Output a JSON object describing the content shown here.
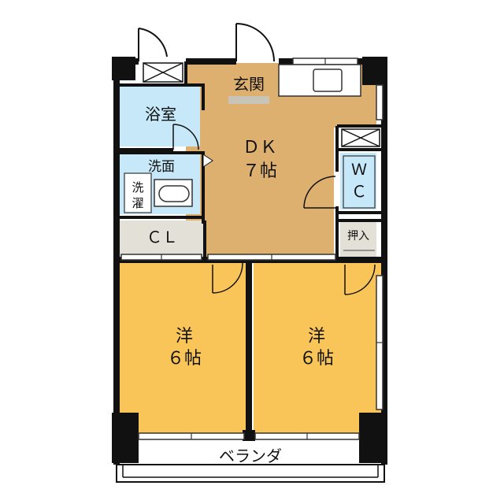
{
  "rooms": {
    "entrance": "玄関",
    "bath": "浴室",
    "washroom": "洗面",
    "laundry": [
      "洗",
      "濯"
    ],
    "closet": "ＣＬ",
    "dining_kitchen": [
      "ＤＫ",
      "７帖"
    ],
    "toilet": [
      "Ｗ",
      "Ｃ"
    ],
    "storage": "押入",
    "western_left": [
      "洋",
      "６帖"
    ],
    "western_right": [
      "洋",
      "６帖"
    ],
    "balcony": "ベランダ"
  },
  "colors": {
    "dk_floor": "#DDB070",
    "western_floor": "#F9C558",
    "wet_area": "#C7E8F8",
    "storage_floor": "#E3E0D7",
    "wall": "#111111"
  }
}
